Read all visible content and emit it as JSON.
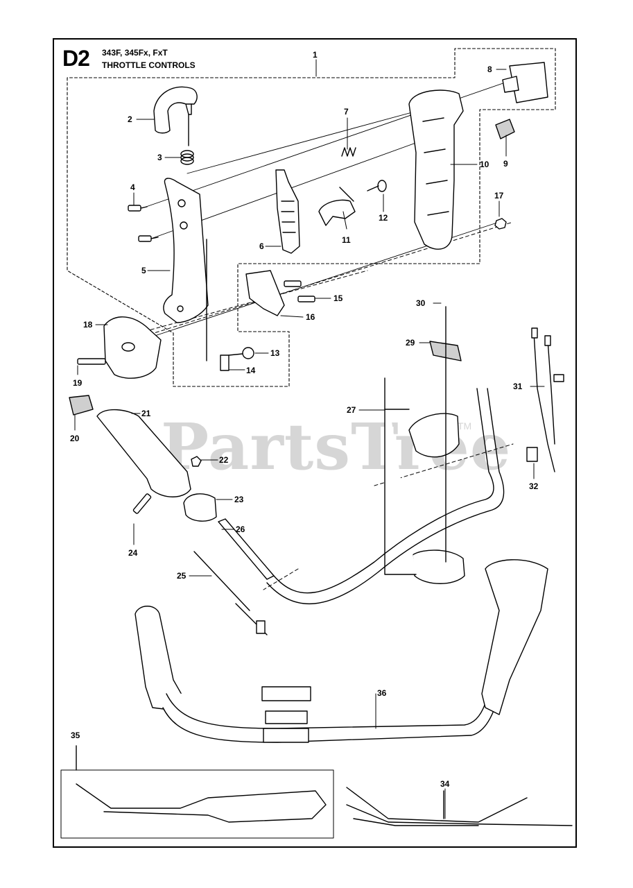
{
  "header": {
    "section_code": "D2",
    "models": "343F, 345Fx, FxT",
    "title": "THROTTLE CONTROLS"
  },
  "watermark": {
    "text": "PartsTree",
    "trademark": "TM"
  },
  "callouts": [
    "1",
    "2",
    "3",
    "4",
    "5",
    "6",
    "7",
    "8",
    "9",
    "10",
    "11",
    "12",
    "13",
    "14",
    "15",
    "16",
    "17",
    "18",
    "19",
    "20",
    "21",
    "22",
    "23",
    "24",
    "25",
    "26",
    "27",
    "29",
    "30",
    "31",
    "32",
    "34",
    "35",
    "36"
  ],
  "colors": {
    "line": "#000000",
    "part_fill": "#ffffff",
    "part_shade": "#cfcfcf",
    "watermark": "#d6d6d6"
  }
}
